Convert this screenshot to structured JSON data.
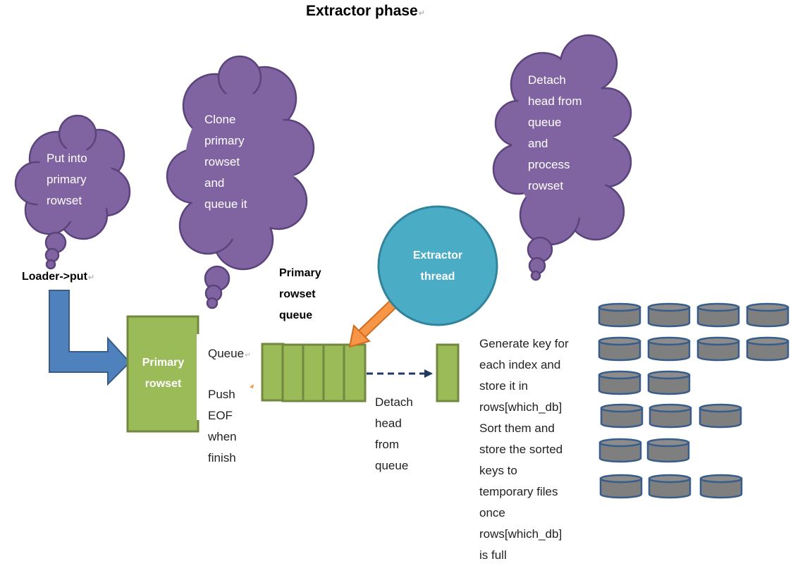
{
  "title": "Extractor phase",
  "clouds": {
    "put": [
      "Put  into",
      "primary",
      "rowset"
    ],
    "clone": [
      "Clone",
      "primary",
      "rowset",
      "and",
      "queue it"
    ],
    "detach": [
      "Detach",
      "head from",
      "queue",
      "and",
      "process",
      "rowset"
    ]
  },
  "labels": {
    "loader_put": "Loader->put",
    "primary_rowset": [
      "Primary",
      "rowset"
    ],
    "queue_label": [
      "Primary",
      "rowset",
      "queue"
    ],
    "extractor_thread": [
      "Extractor",
      "thread"
    ],
    "queue": "Queue",
    "push_eof": [
      "Push",
      "EOF",
      "when",
      "finish"
    ],
    "detach_head": [
      "Detach",
      "head",
      "from",
      "queue"
    ],
    "generate": [
      "Generate key for",
      "each index and",
      "store it in",
      "rows[which_db]",
      "Sort them and",
      "store the sorted",
      "keys to",
      "temporary files",
      "once",
      "rows[which_db]",
      "is full"
    ]
  },
  "colors": {
    "cloud": "#8064a2",
    "cloud_stroke": "#5b437b",
    "box": "#9bbb59",
    "box_stroke": "#71893f",
    "circle": "#4bacc6",
    "circle_stroke": "#31849b",
    "blue_arrow": "#4f81bd",
    "orange_arrow": "#f79646",
    "dashed": "#1f3864",
    "disk": "#7f7f7f",
    "disk_stroke": "#385d8a"
  }
}
